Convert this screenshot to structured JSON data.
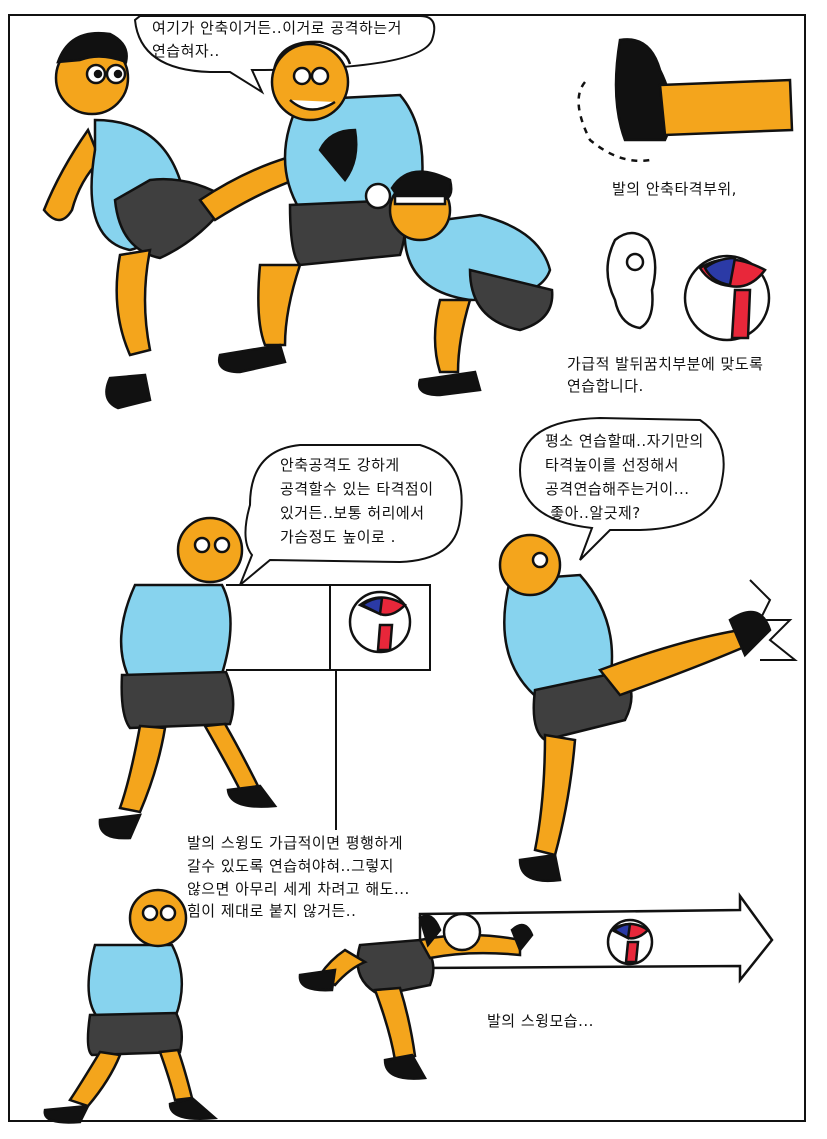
{
  "colors": {
    "skin": "#f4a51c",
    "shirt": "#87d3ee",
    "shorts": "#3f3f3f",
    "ink": "#111111",
    "ball_red": "#e8273a",
    "ball_blue": "#2b3aa6",
    "outline": "#111111"
  },
  "top_panel": {
    "speech": [
      "여기가 안축이거든..이거로 공격하는거",
      "연습혀자.."
    ],
    "caption_strike_area": "발의 안축타격부위,",
    "caption_heel_practice": [
      "가급적 발뒤꿈치부분에 맞도록",
      "연습합니다."
    ]
  },
  "middle_panel": {
    "speech_left": [
      "안축공격도 강하게",
      "공격할수 있는 타격점이",
      "있거든..보통 허리에서",
      "가슴정도 높이로 ."
    ],
    "speech_right": [
      "평소 연습할때..자기만의",
      "타격높이를 선정해서",
      "공격연습해주는거이...",
      " 좋아..알긋제?"
    ]
  },
  "bottom_panel": {
    "speech": [
      "발의 스윙도 가급적이면 평행하게",
      "갈수 있도록 연습혀야혀..그렇지",
      "않으면 아무리 세게 차려고 해도...",
      "힘이 제대로 붙지 않거든.."
    ],
    "caption_swing": "발의 스윙모습..."
  }
}
